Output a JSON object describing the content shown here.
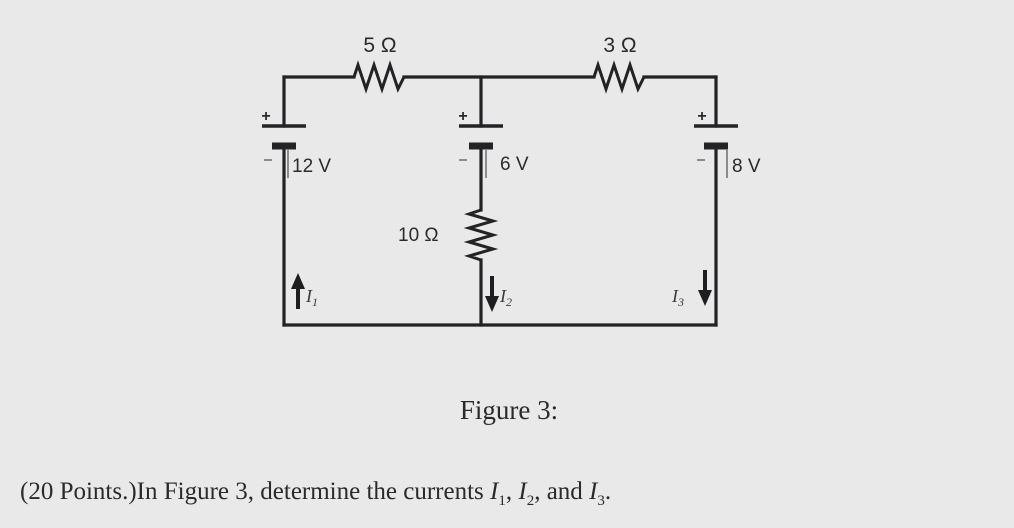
{
  "figure": {
    "caption": "Figure 3:",
    "components": {
      "r1": "5 Ω",
      "r2": "3 Ω",
      "r3": "10 Ω",
      "v1": "12 V",
      "v2": "6 V",
      "v3": "8 V"
    },
    "currents": {
      "i1": "I1",
      "i2": "I2",
      "i3": "I3"
    },
    "polarity": {
      "plus": "+",
      "minus": "-"
    }
  },
  "problem": {
    "prefix": "(20 Points.)In Figure 3, determine the currents ",
    "i_symbol": "I",
    "sub1": "1",
    "sub2": "2",
    "sub3": "3",
    "sep": ", ",
    "and": ", and ",
    "end": "."
  }
}
